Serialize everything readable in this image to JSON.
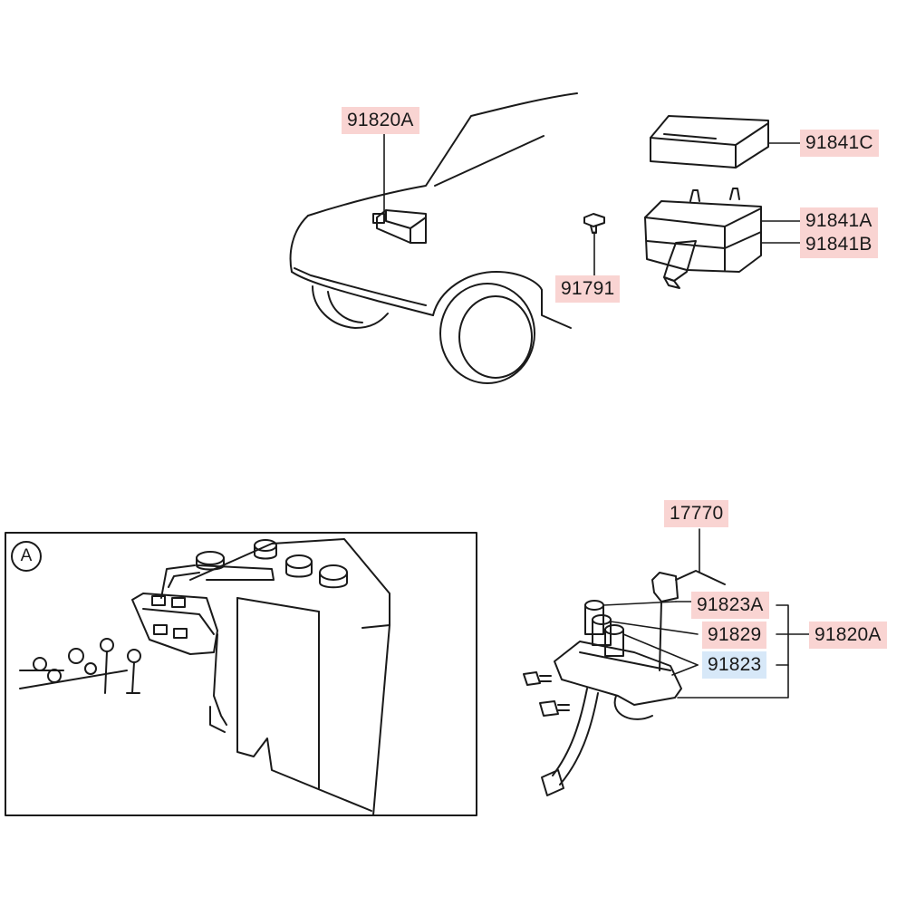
{
  "diagram": {
    "callouts": [
      {
        "id": "c-91820a-top",
        "text": "91820A",
        "selected": false
      },
      {
        "id": "c-91841c",
        "text": "91841C",
        "selected": false
      },
      {
        "id": "c-91841a",
        "text": "91841A",
        "selected": false
      },
      {
        "id": "c-91841b",
        "text": "91841B",
        "selected": false
      },
      {
        "id": "c-91791",
        "text": "91791",
        "selected": false
      },
      {
        "id": "c-17770",
        "text": "17770",
        "selected": false
      },
      {
        "id": "c-91823a",
        "text": "91823A",
        "selected": false
      },
      {
        "id": "c-91829",
        "text": "91829",
        "selected": false
      },
      {
        "id": "c-91820a-right",
        "text": "91820A",
        "selected": false
      },
      {
        "id": "c-91823",
        "text": "91823",
        "selected": true
      }
    ],
    "detail_marker": "A",
    "colors": {
      "line": "#1a1a1a",
      "callout_bg": "#f9d4d2",
      "selected_bg": "#d7e8f8"
    }
  }
}
